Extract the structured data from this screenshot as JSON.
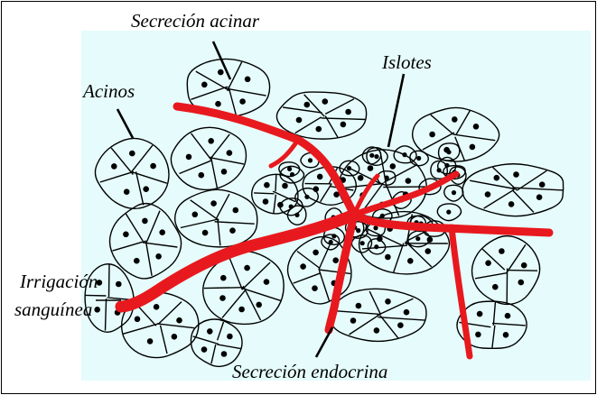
{
  "labels": {
    "acinar_secretion": "Secreción acinar",
    "acini": "Acinos",
    "islets": "Islotes",
    "blood_supply_line1": "Irrigación",
    "blood_supply_line2": "sanguínea",
    "endocrine_secretion": "Secreción endocrina"
  },
  "colors": {
    "background": "#e6fbfb",
    "vessel": "#e8191e",
    "cell_outline": "#000000",
    "nucleus": "#000000"
  }
}
